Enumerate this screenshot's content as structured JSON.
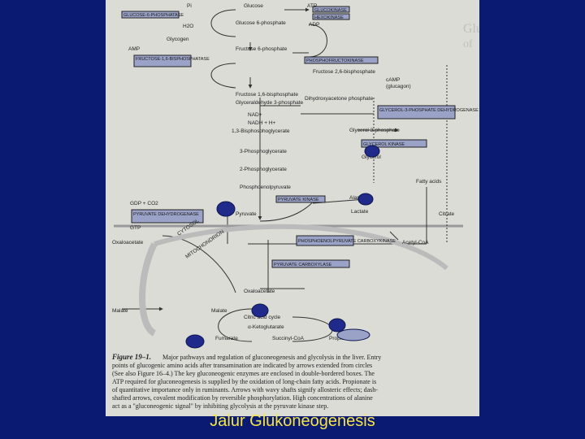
{
  "slide": {
    "title": "Jalur Glukoneogenesis",
    "background": "#0a1a73",
    "title_color": "#f4e44a"
  },
  "figure": {
    "caption_label": "Figure 19–1.",
    "caption_lines": [
      "Major pathways and regulation of gluconeogenesis and glycolysis in the liver. Entry",
      "points of glucogenic amino acids after transamination are indicated by arrows extended from circles",
      "(See also Figure 16–4.) The key gluconeogenic enzymes are enclosed in double-bordered boxes. The",
      "ATP required for gluconeogenesis is supplied by the oxidation of long-chain fatty acids. Propionate is",
      "of quantitative importance only in ruminants. Arrows with wavy shafts signify allosteric effects; dash-",
      "shafted arrows, covalent modification by reversible phosphorylation. High concentrations of alanine",
      "act as a \"gluconeogenic signal\" by inhibiting glycolysis at the pyruvate kinase step."
    ],
    "enzymes": {
      "glucose_6_phosphatase": "GLUCOSE-6-PHOSPHATASE",
      "glucokinase": "GLUCOKINASE",
      "hexokinase": "HEXOKINASE",
      "fructose_bisphosphatase": "FRUCTOSE-1,6-BISPHOSPHATASE",
      "phosphofructokinase": "PHOSPHOFRUCTOKINASE",
      "glycerol_3_phosphate_dehydrogenase": "GLYCEROL-3-PHOSPHATE DEHYDROGENASE",
      "glycerol_kinase": "GLYCEROL KINASE",
      "pyruvate_kinase": "PYRUVATE KINASE",
      "pep_carboxykinase": "PHOSPHOENOLPYRUVATE CARBOXYKINASE",
      "pyruvate_carboxylase": "PYRUVATE CARBOXYLASE",
      "pyruvate_dehydrogenase": "PYRUVATE DEHYDROGENASE"
    },
    "metabolites": {
      "glucose": "Glucose",
      "pi": "Pi",
      "h2o": "H2O",
      "atp": "ATP",
      "adp": "ADP",
      "glucose_6_phosphate": "Glucose 6-phosphate",
      "glycogen": "Glycogen",
      "fructose_6_phosphate": "Fructose 6-phosphate",
      "fructose_16_bisphosphate": "Fructose 1,6-bisphosphate",
      "fructose_26_bisphosphate": "Fructose 2,6-bisphosphate",
      "amp": "AMP",
      "camp": "cAMP",
      "glucagon": "(glucagon)",
      "glyceraldehyde_3_phosphate": "Glyceraldehyde 3-phosphate",
      "dihydroxyacetone_phosphate": "Dihydroxyacetone phosphate",
      "glycerol_3_phosphate": "Glycerol 3-phosphate",
      "glycerol": "Glycerol",
      "nad": "NAD+",
      "nadh": "NADH + H+",
      "bisphosphoglycerate": "1,3-Bisphosphoglycerate",
      "phosphoglycerate_3": "3-Phosphoglycerate",
      "phosphoglycerate_2": "2-Phosphoglycerate",
      "phosphoenolpyruvate": "Phosphoenolpyruvate",
      "pyruvate": "Pyruvate",
      "lactate": "Lactate",
      "alanine": "Alanine",
      "fatty_acids": "Fatty acids",
      "citrate": "Citrate",
      "acetyl_coa": "Acetyl-CoA",
      "oxaloacetate": "Oxaloacetate",
      "malate": "Malate",
      "citric_acid_cycle": "Citric acid cycle",
      "alpha_ketoglutarate": "α-Ketoglutarate",
      "succinyl_coa": "Succinyl-CoA",
      "propionate": "Propionate",
      "fumarate": "Fumarate",
      "gdp_co2": "GDP + CO2",
      "gtp": "GTP",
      "co2": "CO2",
      "cytosol": "CYTOSOL",
      "mitochondrion": "MITOCHONDRION"
    }
  }
}
